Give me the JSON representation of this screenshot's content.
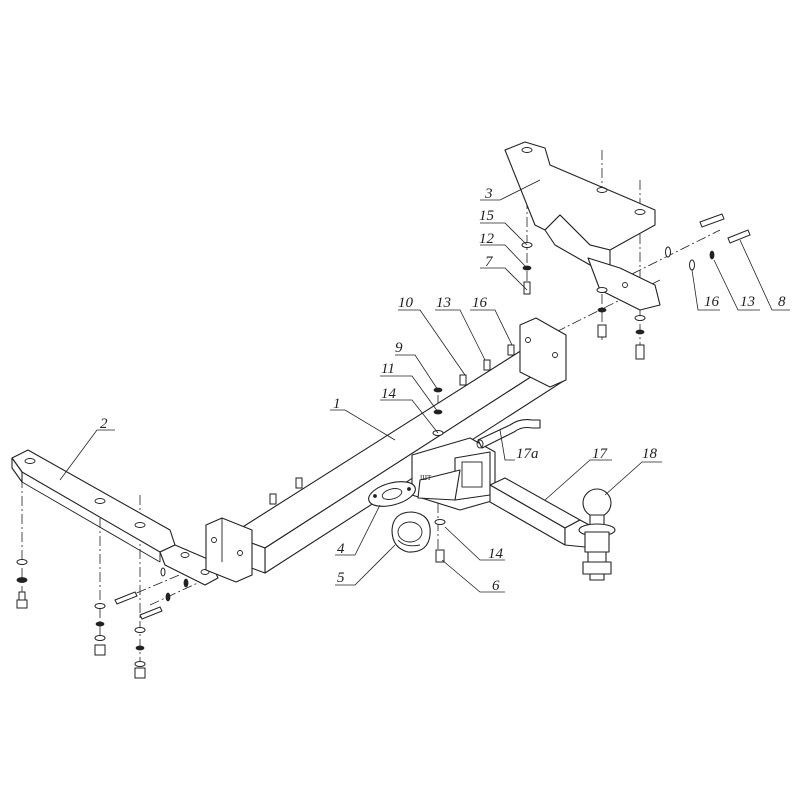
{
  "labels": [
    {
      "text": "1"
    },
    {
      "text": "2"
    },
    {
      "text": "3"
    },
    {
      "text": "4"
    },
    {
      "text": "5"
    },
    {
      "text": "6"
    },
    {
      "text": "7"
    },
    {
      "text": "8"
    },
    {
      "text": "9"
    },
    {
      "text": "10"
    },
    {
      "text": "11"
    },
    {
      "text": "12"
    },
    {
      "text": "13"
    },
    {
      "text": "14"
    },
    {
      "text": "14"
    },
    {
      "text": "15"
    },
    {
      "text": "16"
    },
    {
      "text": "16"
    },
    {
      "text": "13"
    },
    {
      "text": "17a"
    },
    {
      "text": "17"
    },
    {
      "text": "18"
    }
  ]
}
